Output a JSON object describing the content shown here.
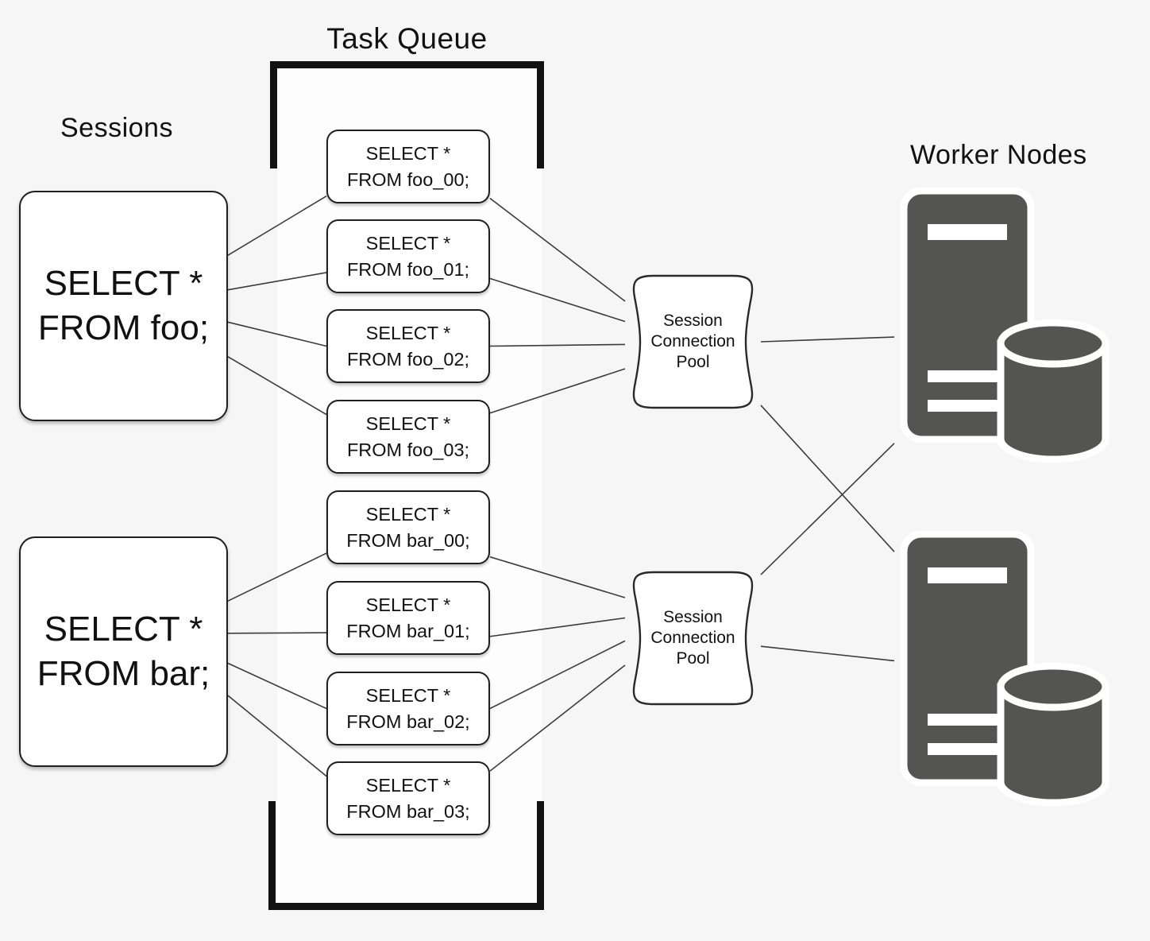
{
  "title": "Distributed query task-queue diagram",
  "colors": {
    "background": "#f6f6f6",
    "queue_strip": "#fdfdfd",
    "node_fill": "#ffffff",
    "node_border": "#1f1f1f",
    "connector": "#3c3c3c",
    "bracket": "#121212",
    "icon_gray": "#545452",
    "text": "#111111"
  },
  "labels": {
    "sessions": "Sessions",
    "task_queue": "Task Queue",
    "worker_nodes": "Worker Nodes"
  },
  "sessions": [
    {
      "id": "s-foo",
      "line1": "SELECT *",
      "line2": "FROM foo;"
    },
    {
      "id": "s-bar",
      "line1": "SELECT *",
      "line2": "FROM bar;"
    }
  ],
  "queue": {
    "tasks": [
      {
        "id": "q0",
        "line1": "SELECT *",
        "line2": "FROM foo_00;"
      },
      {
        "id": "q1",
        "line1": "SELECT *",
        "line2": "FROM foo_01;"
      },
      {
        "id": "q2",
        "line1": "SELECT *",
        "line2": "FROM foo_02;"
      },
      {
        "id": "q3",
        "line1": "SELECT *",
        "line2": "FROM foo_03;"
      },
      {
        "id": "q4",
        "line1": "SELECT *",
        "line2": "FROM bar_00;"
      },
      {
        "id": "q5",
        "line1": "SELECT *",
        "line2": "FROM bar_01;"
      },
      {
        "id": "q6",
        "line1": "SELECT *",
        "line2": "FROM bar_02;"
      },
      {
        "id": "q7",
        "line1": "SELECT *",
        "line2": "FROM bar_03;"
      }
    ]
  },
  "pools": [
    {
      "id": "pool1",
      "label": "Session\nConnection\nPool"
    },
    {
      "id": "pool2",
      "label": "Session\nConnection\nPool"
    }
  ],
  "workers": [
    {
      "id": "worker1",
      "icon": "server-database-icon"
    },
    {
      "id": "worker2",
      "icon": "server-database-icon"
    }
  ],
  "edges": [
    {
      "from": "s-foo",
      "to": "q0",
      "fa": 0.28,
      "ta": 0.9
    },
    {
      "from": "s-foo",
      "to": "q1",
      "fa": 0.43,
      "ta": 0.72
    },
    {
      "from": "s-foo",
      "to": "q2",
      "fa": 0.57,
      "ta": 0.5
    },
    {
      "from": "s-foo",
      "to": "q3",
      "fa": 0.72,
      "ta": 0.2
    },
    {
      "from": "q0",
      "to": "pool1",
      "fa": 0.93,
      "ta": 0.2
    },
    {
      "from": "q1",
      "to": "pool1",
      "fa": 0.8,
      "ta": 0.35
    },
    {
      "from": "q2",
      "to": "pool1",
      "fa": 0.5,
      "ta": 0.52
    },
    {
      "from": "q3",
      "to": "pool1",
      "fa": 0.18,
      "ta": 0.7
    },
    {
      "from": "s-bar",
      "to": "q4",
      "fa": 0.28,
      "ta": 0.85
    },
    {
      "from": "s-bar",
      "to": "q5",
      "fa": 0.42,
      "ta": 0.7
    },
    {
      "from": "s-bar",
      "to": "q6",
      "fa": 0.55,
      "ta": 0.5
    },
    {
      "from": "s-bar",
      "to": "q7",
      "fa": 0.69,
      "ta": 0.2
    },
    {
      "from": "q4",
      "to": "pool2",
      "fa": 0.9,
      "ta": 0.2
    },
    {
      "from": "q5",
      "to": "pool2",
      "fa": 0.75,
      "ta": 0.35
    },
    {
      "from": "q6",
      "to": "pool2",
      "fa": 0.5,
      "ta": 0.52
    },
    {
      "from": "q7",
      "to": "pool2",
      "fa": 0.13,
      "ta": 0.7
    },
    {
      "from": "pool1",
      "to": "worker1",
      "fa": 0.5,
      "ta": 0.54
    },
    {
      "from": "pool1",
      "to": "worker2",
      "fa": 0.97,
      "ta": 0.08
    },
    {
      "from": "pool2",
      "to": "worker1",
      "fa": 0.03,
      "ta": 0.92
    },
    {
      "from": "pool2",
      "to": "worker2",
      "fa": 0.56,
      "ta": 0.47
    }
  ]
}
